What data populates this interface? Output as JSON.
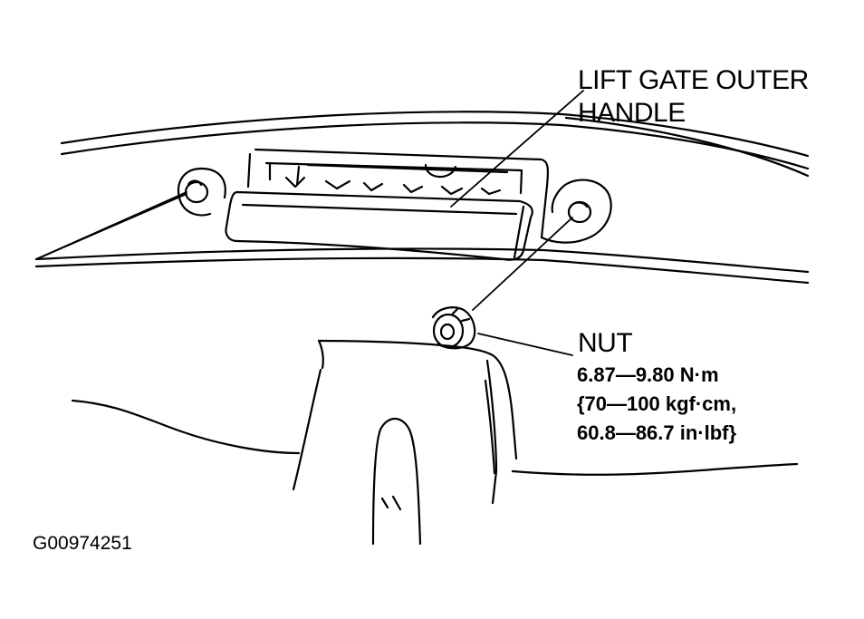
{
  "labels": {
    "handle_line1": "LIFT GATE OUTER",
    "handle_line2": "HANDLE",
    "nut": "NUT",
    "torque_nm": "6.87—9.80 N·m",
    "torque_kgf": "{70—100 kgf·cm,",
    "torque_inlbf": "60.8—86.7 in·lbf}",
    "figure_id": "G00974251"
  },
  "colors": {
    "line": "#000000",
    "background": "#ffffff"
  }
}
